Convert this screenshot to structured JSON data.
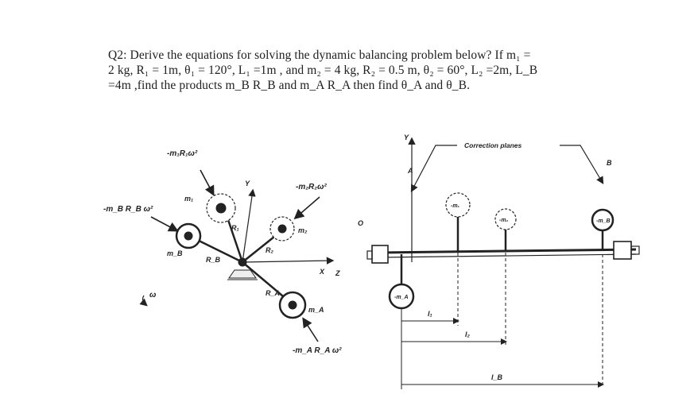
{
  "question": {
    "line1": "Q2: Derive the equations for solving the dynamic balancing problem below? If m₁ =",
    "line2": "2 kg, R₁ = 1m, θ₁ = 120°, L₁ =1m , and m₂ = 4 kg, R₂ = 0.5 m, θ₂ = 60°, L₂ =2m, L_B",
    "line3": "=4m ,find the products m_B R_B and m_A R_A then find θ_A and θ_B."
  },
  "left_figure": {
    "force_1": "-m₁R₁ω²",
    "force_2": "-m₂R₂ω²",
    "force_b": "-m_B R_B ω²",
    "force_a": "-m_A R_A ω²",
    "mass_1": "m₁",
    "mass_2": "m₂",
    "mass_b": "m_B",
    "mass_a": "m_A",
    "radius_1": "R₁",
    "radius_2": "R₂",
    "radius_b": "R_B",
    "radius_a": "R_A",
    "axis_y": "Y",
    "axis_x": "X",
    "axis_z": "Z",
    "omega": "ω"
  },
  "right_figure": {
    "correction_planes": "Correction planes",
    "axis_y": "Y",
    "origin": "O",
    "plane_a": "A",
    "plane_b": "B",
    "disc_a": "-m_A",
    "disc_1": "-m₁",
    "disc_2": "-m₂",
    "disc_b": "-m_B",
    "dim_1": "l₁",
    "dim_2": "l₂",
    "dim_b": "l_B"
  }
}
